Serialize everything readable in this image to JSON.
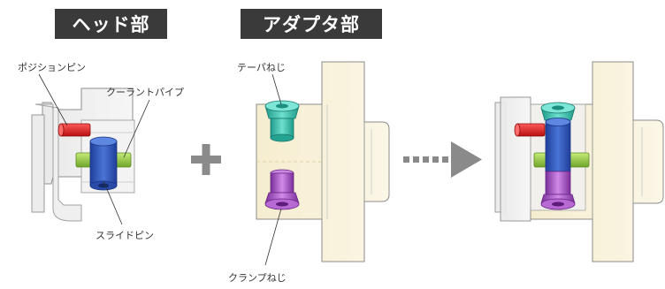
{
  "titles": {
    "head": "ヘッド部",
    "adapter": "アダプタ部"
  },
  "callouts": {
    "position_pin": "ポジションピン",
    "coolant_pipe": "クーラントパイプ",
    "slide_pin": "スライドピン",
    "taper_screw": "テーパねじ",
    "clamp_screw": "クランプねじ"
  },
  "operators": {
    "plus": "+"
  },
  "colors": {
    "position_pin": "#e02020",
    "coolant_pipe": "#8cc63f",
    "slide_pin": "#2f55b8",
    "taper_screw": "#2bb6a3",
    "clamp_screw": "#a14fc0",
    "badge": "#3a3a3a",
    "arrow": "#8a8a8a"
  }
}
